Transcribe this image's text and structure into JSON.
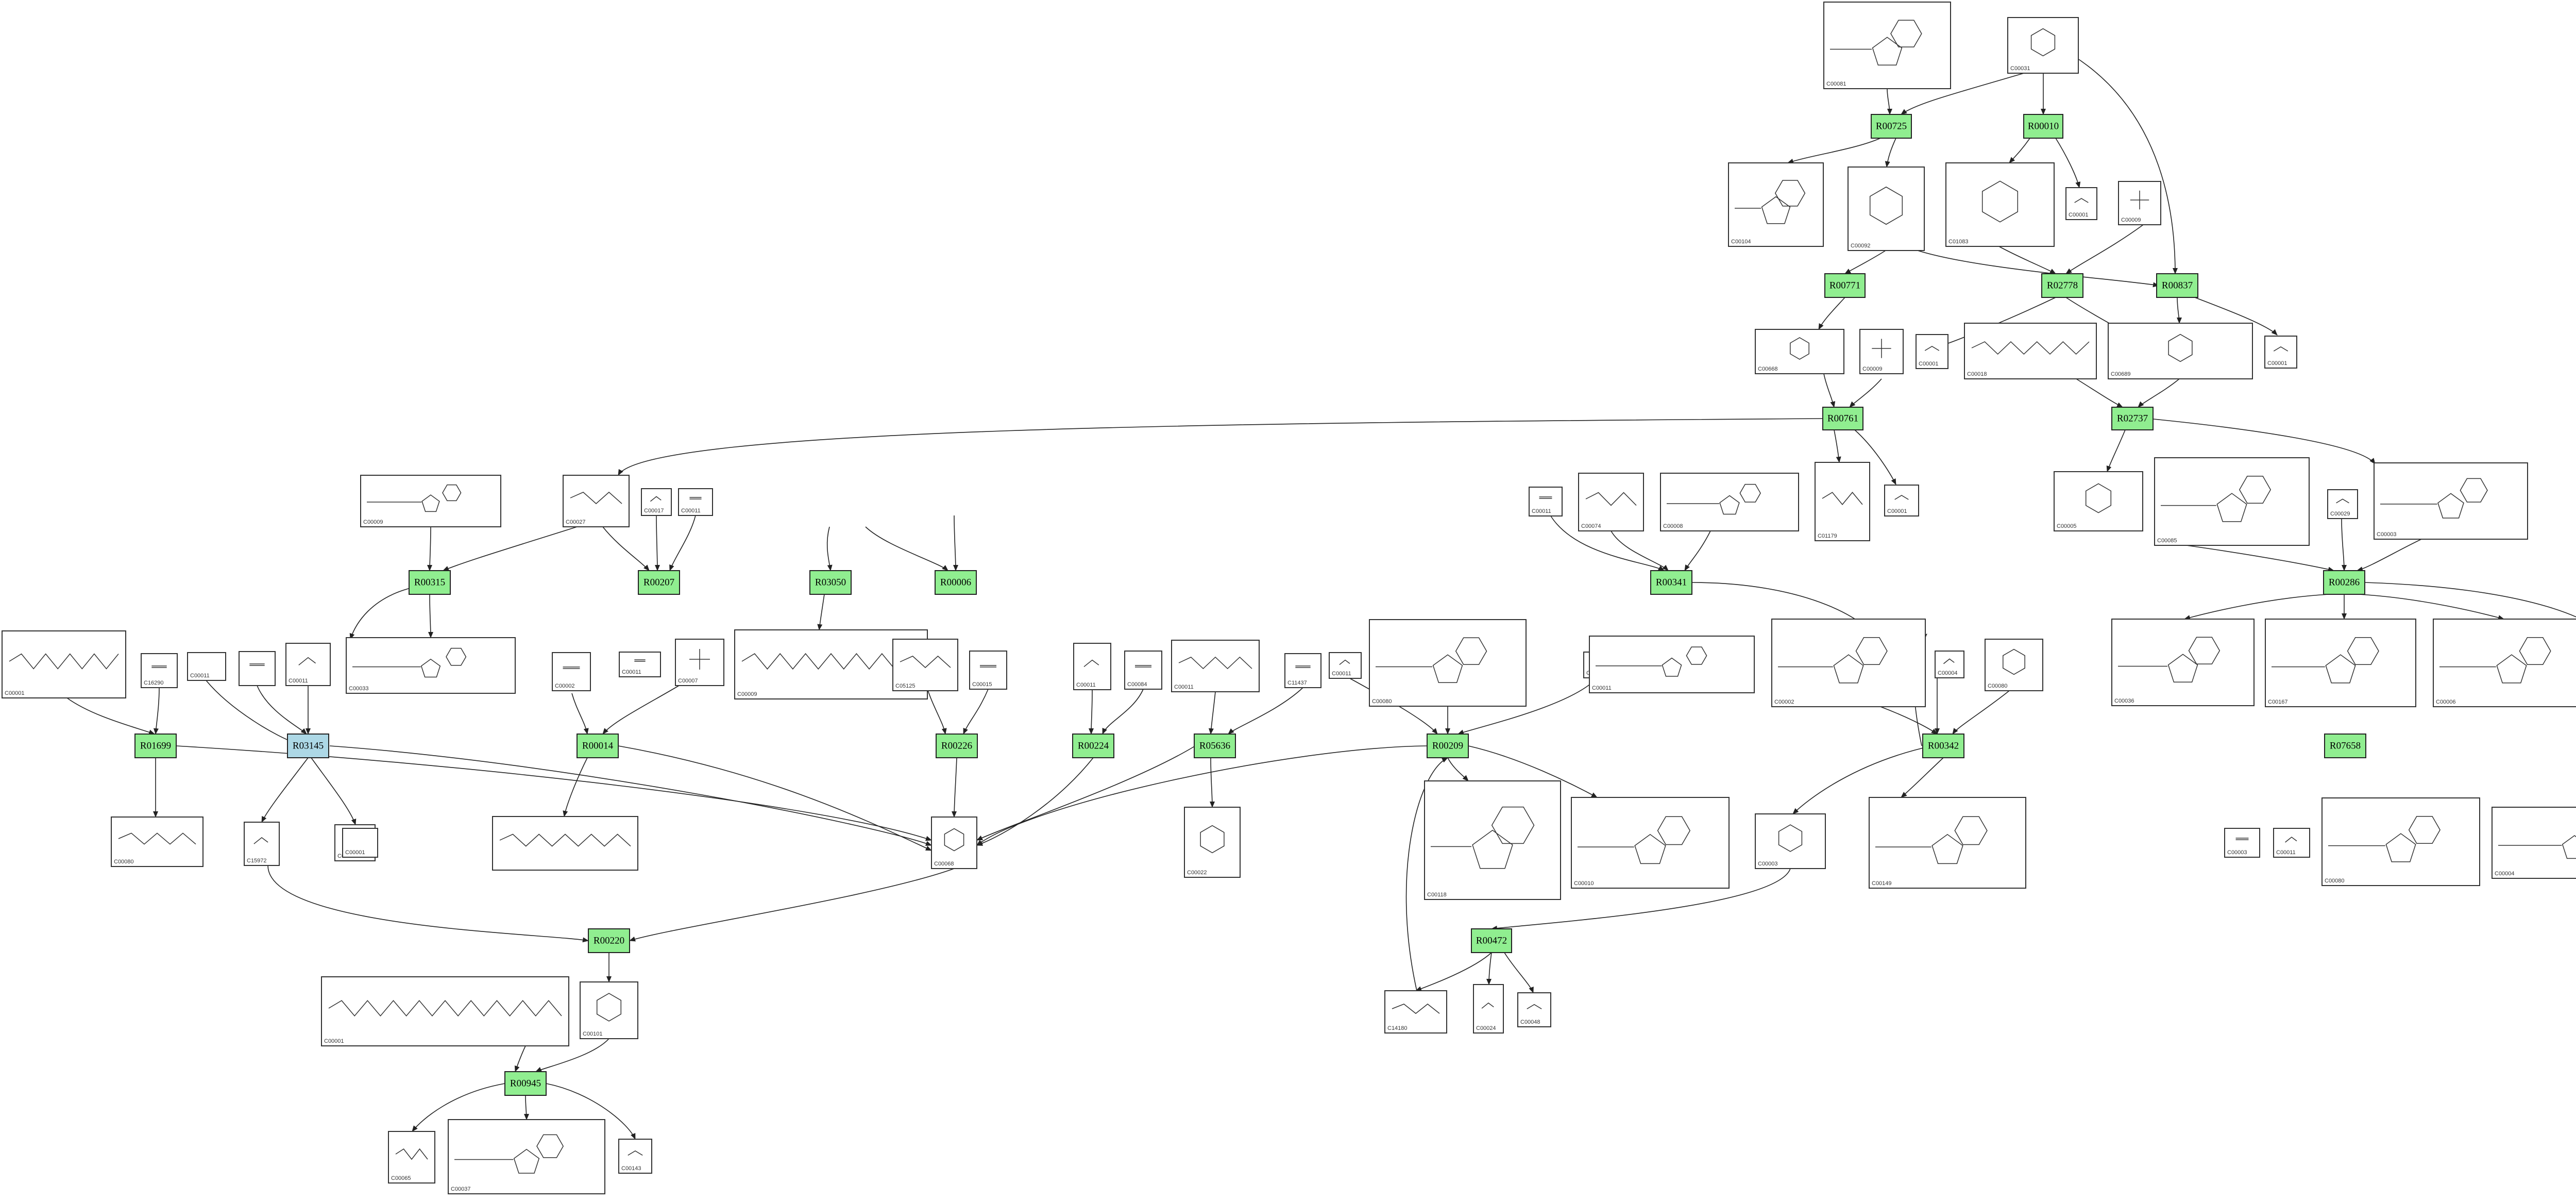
{
  "colors": {
    "reaction": "#90ee90",
    "reaction_selected": "#add8e6",
    "compound_box": "#ffffff",
    "edge": "#222222"
  },
  "reactions": [
    {
      "id": "R00725",
      "state": "normal"
    },
    {
      "id": "R00010",
      "state": "normal"
    },
    {
      "id": "R00771",
      "state": "normal"
    },
    {
      "id": "R02778",
      "state": "normal"
    },
    {
      "id": "R00837",
      "state": "normal"
    },
    {
      "id": "R00761",
      "state": "normal"
    },
    {
      "id": "R02737",
      "state": "normal"
    },
    {
      "id": "R00315",
      "state": "normal"
    },
    {
      "id": "R00207",
      "state": "normal"
    },
    {
      "id": "R03050",
      "state": "normal"
    },
    {
      "id": "R00006",
      "state": "normal"
    },
    {
      "id": "R00341",
      "state": "normal"
    },
    {
      "id": "R00286",
      "state": "normal"
    },
    {
      "id": "R01699",
      "state": "normal"
    },
    {
      "id": "R03145",
      "state": "selected"
    },
    {
      "id": "R00014",
      "state": "normal"
    },
    {
      "id": "R00226",
      "state": "normal"
    },
    {
      "id": "R00224",
      "state": "normal"
    },
    {
      "id": "R05636",
      "state": "normal"
    },
    {
      "id": "R00209",
      "state": "normal"
    },
    {
      "id": "R00342",
      "state": "normal"
    },
    {
      "id": "R07658",
      "state": "normal"
    },
    {
      "id": "R00472",
      "state": "normal"
    },
    {
      "id": "R00220",
      "state": "normal"
    },
    {
      "id": "R00945",
      "state": "normal"
    }
  ],
  "compounds": [
    {
      "id": "C00081"
    },
    {
      "id": "C00031"
    },
    {
      "id": "C00104"
    },
    {
      "id": "C00092"
    },
    {
      "id": "C01083"
    },
    {
      "id": "C00001"
    },
    {
      "id": "C00009"
    },
    {
      "id": "C00668"
    },
    {
      "id": "C00009"
    },
    {
      "id": "C00001"
    },
    {
      "id": "C00018"
    },
    {
      "id": "C00689"
    },
    {
      "id": "C00001"
    },
    {
      "id": "C00005"
    },
    {
      "id": "C00027"
    },
    {
      "id": "C00017"
    },
    {
      "id": "C00011"
    },
    {
      "id": "C00009"
    },
    {
      "id": "C00011"
    },
    {
      "id": "C00074"
    },
    {
      "id": "C00008"
    },
    {
      "id": "C01179"
    },
    {
      "id": "C00001"
    },
    {
      "id": "C00085"
    },
    {
      "id": "C00003"
    },
    {
      "id": "C00029"
    },
    {
      "id": "C00001"
    },
    {
      "id": "C16290"
    },
    {
      "id": "C00011"
    },
    {
      "id": ""
    },
    {
      "id": "C00011"
    },
    {
      "id": "C00033"
    },
    {
      "id": "C00002"
    },
    {
      "id": "C00011"
    },
    {
      "id": "C00007"
    },
    {
      "id": "C00009"
    },
    {
      "id": "C05125"
    },
    {
      "id": "C00015"
    },
    {
      "id": "C00011"
    },
    {
      "id": "C00084"
    },
    {
      "id": "C00011"
    },
    {
      "id": "C11437"
    },
    {
      "id": "C00011"
    },
    {
      "id": "C00080"
    },
    {
      "id": "C00004"
    },
    {
      "id": "C00011"
    },
    {
      "id": "C00002"
    },
    {
      "id": "C00004"
    },
    {
      "id": "C00080"
    },
    {
      "id": "C00036"
    },
    {
      "id": "C00167"
    },
    {
      "id": "C00006"
    },
    {
      "id": "C00003"
    },
    {
      "id": "C00080"
    },
    {
      "id": "C15972"
    },
    {
      "id": "C00014"
    },
    {
      "id": "C00001"
    },
    {
      "id": ""
    },
    {
      "id": "C00068"
    },
    {
      "id": "C00022"
    },
    {
      "id": "C00118"
    },
    {
      "id": "C00010"
    },
    {
      "id": "C00003"
    },
    {
      "id": "C00149"
    },
    {
      "id": "C00003"
    },
    {
      "id": "C00011"
    },
    {
      "id": "C00080"
    },
    {
      "id": "C00004"
    },
    {
      "id": "C14180"
    },
    {
      "id": "C00024"
    },
    {
      "id": "C00048"
    },
    {
      "id": "C00001"
    },
    {
      "id": "C00101"
    },
    {
      "id": "C00065"
    },
    {
      "id": "C00037"
    },
    {
      "id": "C00143"
    },
    {
      "id": "C00001"
    }
  ]
}
